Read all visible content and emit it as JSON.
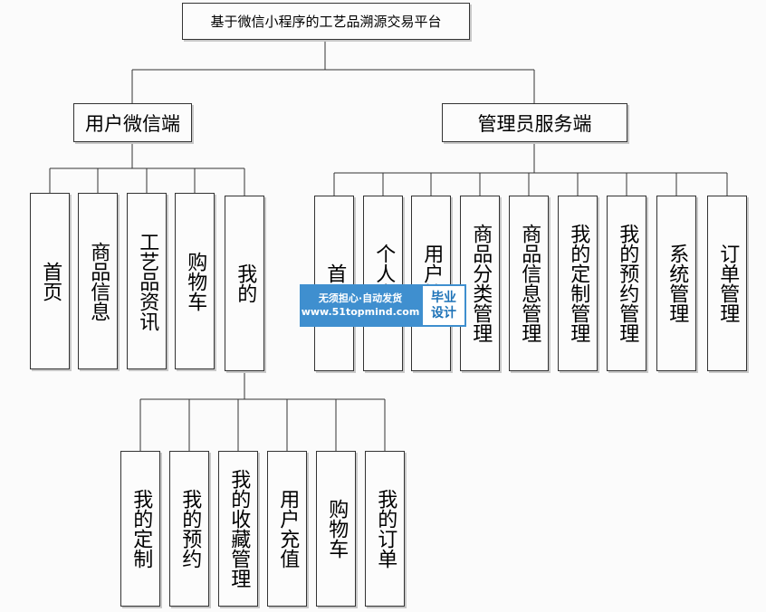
{
  "title": "基于微信小程序的工艺品溯源交易平台",
  "user_side": {
    "label": "用户微信端",
    "modules": [
      "首页",
      "商品信息",
      "工艺品资讯",
      "购物车",
      "我的"
    ]
  },
  "admin_side": {
    "label": "管理员服务端",
    "modules": [
      "首页",
      "个人中心",
      "用户管理",
      "商品分类管理",
      "商品信息管理",
      "我的定制管理",
      "我的预约管理",
      "系统管理",
      "订单管理"
    ]
  },
  "my_submodules": [
    "我的定制",
    "我的预约",
    "我的收藏管理",
    "用户充值",
    "购物车",
    "我的订单"
  ],
  "watermark": {
    "line1": "无须担心·自动发货",
    "line2": "www.51topmind.com",
    "badge1": "毕业",
    "badge2": "设计"
  }
}
